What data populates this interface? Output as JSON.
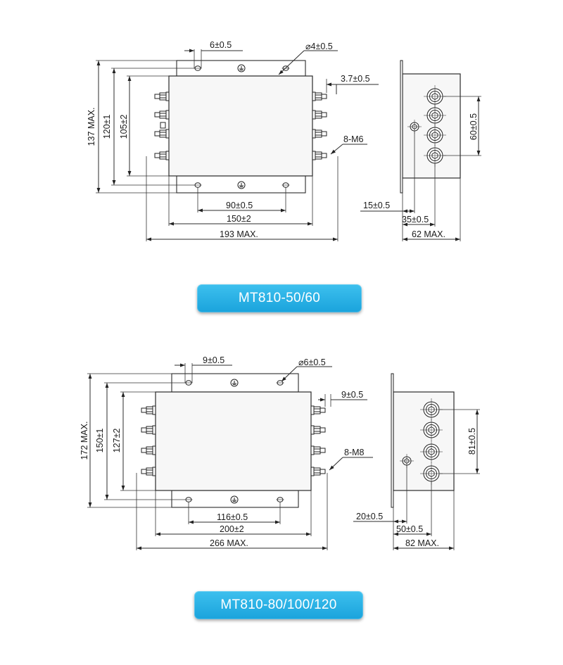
{
  "diagram1": {
    "model": "MT810-50/60",
    "front": {
      "dim_top": "6±0.5",
      "dim_hole": "⌀4±0.5",
      "dim_right": "3.7±0.5",
      "dim_thread": "8-M6",
      "dim_h_max": "137 MAX.",
      "dim_h_mid": "120±1",
      "dim_h_body": "105±2",
      "dim_w_holes": "90±0.5",
      "dim_w_body": "150±2",
      "dim_w_max": "193 MAX."
    },
    "side": {
      "dim_pitch": "60±0.5",
      "dim_a": "15±0.5",
      "dim_b": "35±0.5",
      "dim_max": "62 MAX."
    }
  },
  "diagram2": {
    "model": "MT810-80/100/120",
    "front": {
      "dim_top": "9±0.5",
      "dim_hole": "⌀6±0.5",
      "dim_right": "9±0.5",
      "dim_thread": "8-M8",
      "dim_h_max": "172 MAX.",
      "dim_h_mid": "150±1",
      "dim_h_body": "127±2",
      "dim_w_holes": "116±0.5",
      "dim_w_body": "200±2",
      "dim_w_max": "266 MAX."
    },
    "side": {
      "dim_pitch": "81±0.5",
      "dim_a": "20±0.5",
      "dim_b": "50±0.5",
      "dim_max": "82 MAX."
    }
  },
  "icons": {
    "ground": "ground-symbol-icon",
    "terminal": "stud-terminal-icon"
  },
  "colors": {
    "badge": "#1aa3dc",
    "line": "#2b2b2b"
  }
}
